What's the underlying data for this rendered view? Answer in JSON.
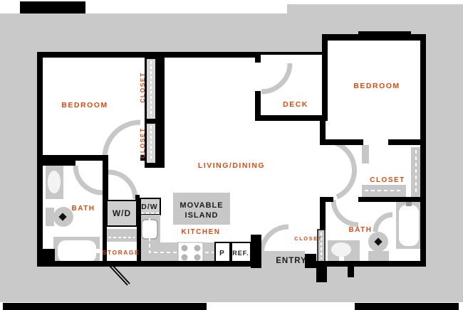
{
  "plan": {
    "colors": {
      "surround_gray": "#c9c9c9",
      "wall_black": "#000000",
      "fixture_gray": "#c7c7c7",
      "label_orange": "#DF4A0F",
      "label_dark": "#1d1d1d"
    },
    "rooms": {
      "bedroom_left": "BEDROOM",
      "bedroom_right": "BEDROOM",
      "deck": "DECK",
      "living_dining": "LIVING/DINING",
      "bath_left": "BATH",
      "bath_right": "BATH",
      "kitchen": "KITCHEN",
      "storage": "STORAGE",
      "closet_left_upper": "CLOSET",
      "closet_left_lower": "CLOSET",
      "closet_right": "CLOSET",
      "closet_entry": "CLOSET",
      "entry": "ENTRY"
    },
    "features": {
      "washer_dryer": "W/D",
      "dishwasher": "D/W",
      "island_line1": "MOVABLE",
      "island_line2": "ISLAND",
      "pantry": "P",
      "refrigerator": "REF."
    }
  }
}
